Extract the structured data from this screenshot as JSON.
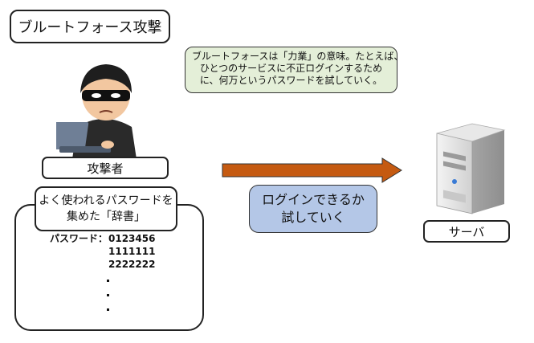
{
  "title": "ブルートフォース攻撃",
  "note": {
    "lines": [
      "ブルートフォースは「力業」の意味。たとえば、",
      "ひとつのサービスに不正ログインするため",
      "に、何万というパスワードを試していく。"
    ]
  },
  "attacker": {
    "label": "攻撃者"
  },
  "dictionary": {
    "title_lines": [
      "よく使われるパスワードを",
      "集めた「辞書」"
    ],
    "password_label": "パスワード：",
    "passwords": [
      "0123456",
      "1111111",
      "2222222"
    ]
  },
  "action": {
    "lines": [
      "ログインできるか",
      "試していく"
    ]
  },
  "server": {
    "label": "サーバ"
  },
  "colors": {
    "arrow": "#c55a11",
    "note_bg": "#e4efd8",
    "action_bg": "#b4c7e7"
  },
  "icons": [
    "hacker-illustration",
    "server-icon",
    "right-arrow"
  ]
}
